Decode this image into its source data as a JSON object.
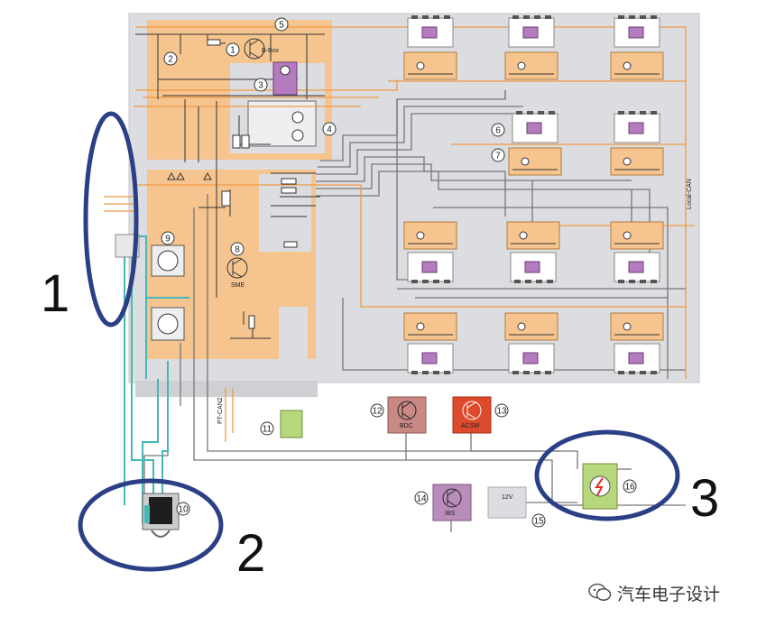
{
  "components": [
    {
      "id": "1",
      "label": "B-Box"
    },
    {
      "id": "2",
      "label": ""
    },
    {
      "id": "3",
      "label": ""
    },
    {
      "id": "4",
      "label": ""
    },
    {
      "id": "5",
      "label": ""
    },
    {
      "id": "6",
      "label": ""
    },
    {
      "id": "7",
      "label": ""
    },
    {
      "id": "8",
      "label": "SME"
    },
    {
      "id": "9",
      "label": ""
    },
    {
      "id": "10",
      "label": ""
    },
    {
      "id": "11",
      "label": ""
    },
    {
      "id": "12",
      "label": "BDC"
    },
    {
      "id": "13",
      "label": "ACSM"
    },
    {
      "id": "14",
      "label": "IBS"
    },
    {
      "id": "15",
      "label": "12V"
    },
    {
      "id": "16",
      "label": ""
    }
  ],
  "signals": {
    "local_can": "Local-CAN",
    "pt_can2": "PT-CAN2"
  },
  "highlights": [
    {
      "number": "1"
    },
    {
      "number": "2"
    },
    {
      "number": "3"
    }
  ],
  "watermark": "汽车电子设计",
  "colors": {
    "pack_panel": "#dcdde0",
    "orange_block": "#f6c48e",
    "wire_orange": "#ee9a44",
    "wire_teal": "#44b8b5",
    "wire_gray": "#777777",
    "module_purple": "#b57bbf",
    "ellipse_blue": "#2a3f86",
    "bdc_fill": "#c98884",
    "acsm_fill": "#dd4a2c",
    "ibs_fill": "#b98cbb",
    "green_fill": "#b7d77c"
  }
}
